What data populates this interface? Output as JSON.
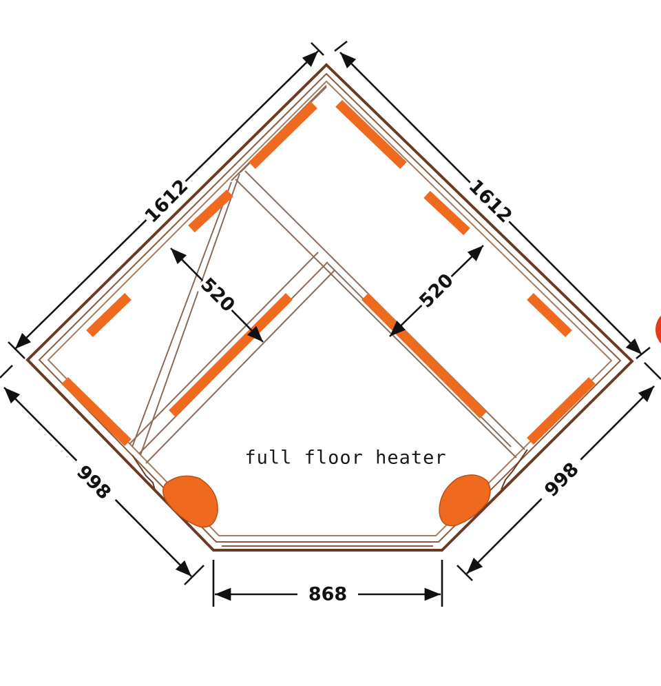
{
  "diagram": {
    "center_label": "full floor heater",
    "dimensions": {
      "top_left": "1612",
      "top_right": "1612",
      "inner_left": "520",
      "inner_right": "520",
      "lower_left": "998",
      "lower_right": "998",
      "bottom": "868"
    }
  },
  "colors": {
    "wall": "#6b3a22",
    "wall_light": "#a47a60",
    "heater": "#ef6a1e",
    "heater_edge": "#b9501a",
    "dimension_line": "#111111",
    "edge_marker": "#e53a1a"
  }
}
